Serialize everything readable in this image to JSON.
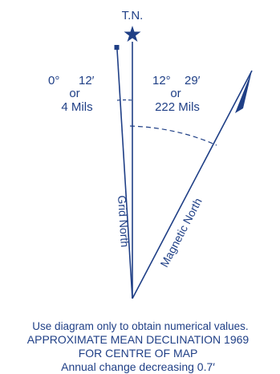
{
  "diagram": {
    "true_north_label": "T.N.",
    "grid_north": {
      "label": "Grid North",
      "angle_deg": "0°",
      "angle_min": "12′",
      "or": "or",
      "mils": "4 Mils"
    },
    "magnetic_north": {
      "label": "Magnetic North",
      "angle_deg": "12°",
      "angle_min": "29′",
      "or": "or",
      "mils": "222 Mils"
    },
    "notes": {
      "usage": "Use diagram only to obtain numerical values.",
      "title": "APPROXIMATE MEAN DECLINATION 1969",
      "subtitle": "FOR CENTRE OF MAP",
      "annual_change": "Annual change decreasing 0.7′"
    },
    "colors": {
      "ink": "#1f3f86"
    }
  }
}
